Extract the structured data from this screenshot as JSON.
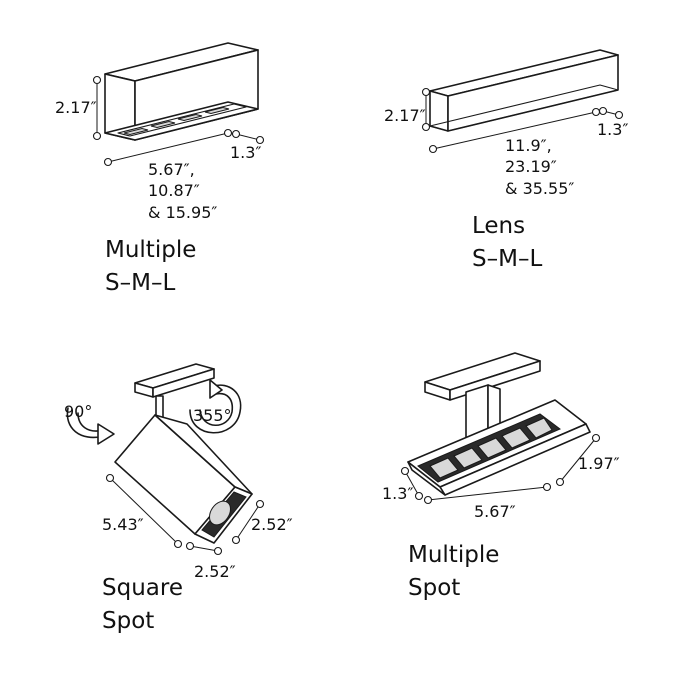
{
  "products": {
    "multiple": {
      "name_line1": "Multiple",
      "name_line2": "S–M–L",
      "height": "2.17″",
      "depth": "1.3″",
      "length_1": "5.67″,",
      "length_2": "10.87″",
      "length_3": "& 15.95″"
    },
    "lens": {
      "name_line1": "Lens",
      "name_line2": "S–M–L",
      "height": "2.17″",
      "depth": "1.3″",
      "length_1": "11.9″,",
      "length_2": "23.19″",
      "length_3": "& 35.55″"
    },
    "square_spot": {
      "name_line1": "Square",
      "name_line2": "Spot",
      "tilt": "90°",
      "rotation": "355°",
      "length": "5.43″",
      "height": "2.52″",
      "width": "2.52″"
    },
    "multiple_spot": {
      "name_line1": "Multiple",
      "name_line2": "Spot",
      "depth": "1.3″",
      "length": "5.67″",
      "width": "1.97″"
    }
  },
  "colors": {
    "line": "#1a1a1a",
    "background": "#ffffff"
  }
}
